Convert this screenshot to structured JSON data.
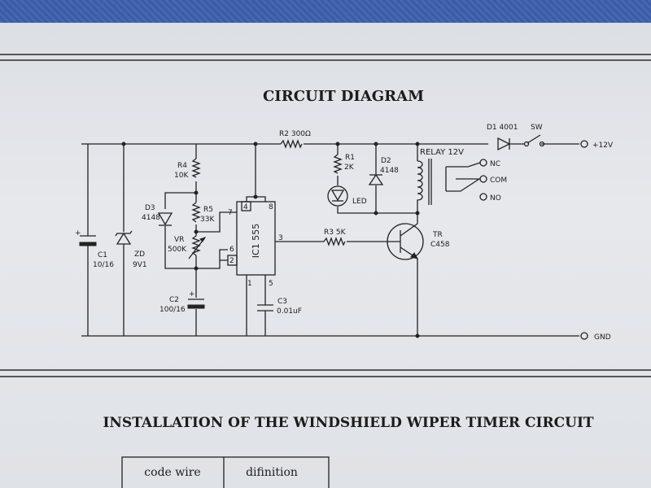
{
  "diagram_title": "CIRCUIT DIAGRAM",
  "section_heading": "INSTALLATION OF THE WINDSHIELD WIPER TIMER CIRCUIT",
  "table_headers": [
    "code wire",
    "difinition"
  ],
  "components": {
    "r2": "R2 300Ω",
    "d1": "D1 4001",
    "sw": "SW",
    "v12": "+12V",
    "r1_name": "R1",
    "r1_val": "2K",
    "d2_name": "D2",
    "d2_val": "4148",
    "relay": "RELAY 12V",
    "nc": "NC",
    "com": "COM",
    "no": "NO",
    "led": "LED",
    "r4_name": "R4",
    "r4_val": "10K",
    "d3_name": "D3",
    "d3_val": "4148",
    "r5_name": "R5",
    "r5_val": "33K",
    "vr_name": "VR",
    "vr_val": "500K",
    "ic": "IC1 555",
    "pin4": "4",
    "pin8": "8",
    "pin7": "7",
    "pin6": "6",
    "pin2": "2",
    "pin3": "3",
    "pin1": "1",
    "pin5": "5",
    "r3": "R3 5K",
    "tr_name": "TR",
    "tr_val": "C458",
    "c1_name": "C1",
    "c1_val": "10/16",
    "zd_name": "ZD",
    "zd_val": "9V1",
    "c2_name": "C2",
    "c2_val": "100/16",
    "c3_name": "C3",
    "c3_val": "0.01uF",
    "gnd": "GND",
    "plus_c1": "+",
    "plus_c2": "+"
  }
}
